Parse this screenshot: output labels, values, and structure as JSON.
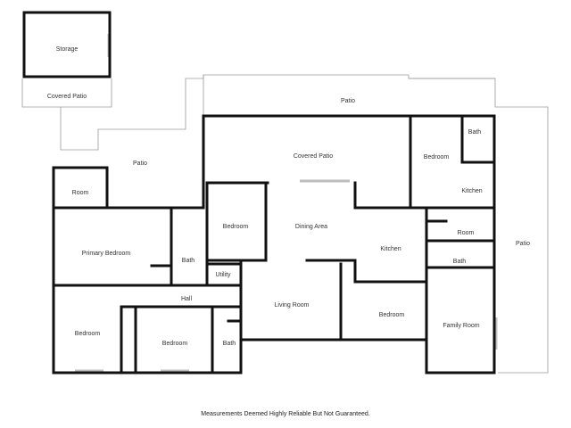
{
  "rooms": {
    "storage": "Storage",
    "covered_patio_small": "Covered Patio",
    "patio_top": "Patio",
    "patio_left": "Patio",
    "patio_right": "Patio",
    "covered_patio_main": "Covered Patio",
    "bedroom_ne": "Bedroom",
    "bath_ne": "Bath",
    "kitchen_ne": "Kitchen",
    "room_small_left": "Room",
    "bedroom_center": "Bedroom",
    "dining_area": "Dining Area",
    "kitchen_main": "Kitchen",
    "room_right": "Room",
    "primary_bedroom": "Primary Bedroom",
    "bath_primary": "Bath",
    "utility": "Utility",
    "bath_right": "Bath",
    "hall": "Hall",
    "living_room": "Living Room",
    "bedroom_mid_right": "Bedroom",
    "family_room": "Family Room",
    "bedroom_sw": "Bedroom",
    "bedroom_s": "Bedroom",
    "bath_s": "Bath"
  },
  "footer": {
    "disclaimer": "Measurements Deemed Highly Reliable But Not Guaranteed."
  },
  "colors": {
    "wall": "#111111",
    "outline": "#9a9a9a",
    "window": "#bdbdbd"
  }
}
